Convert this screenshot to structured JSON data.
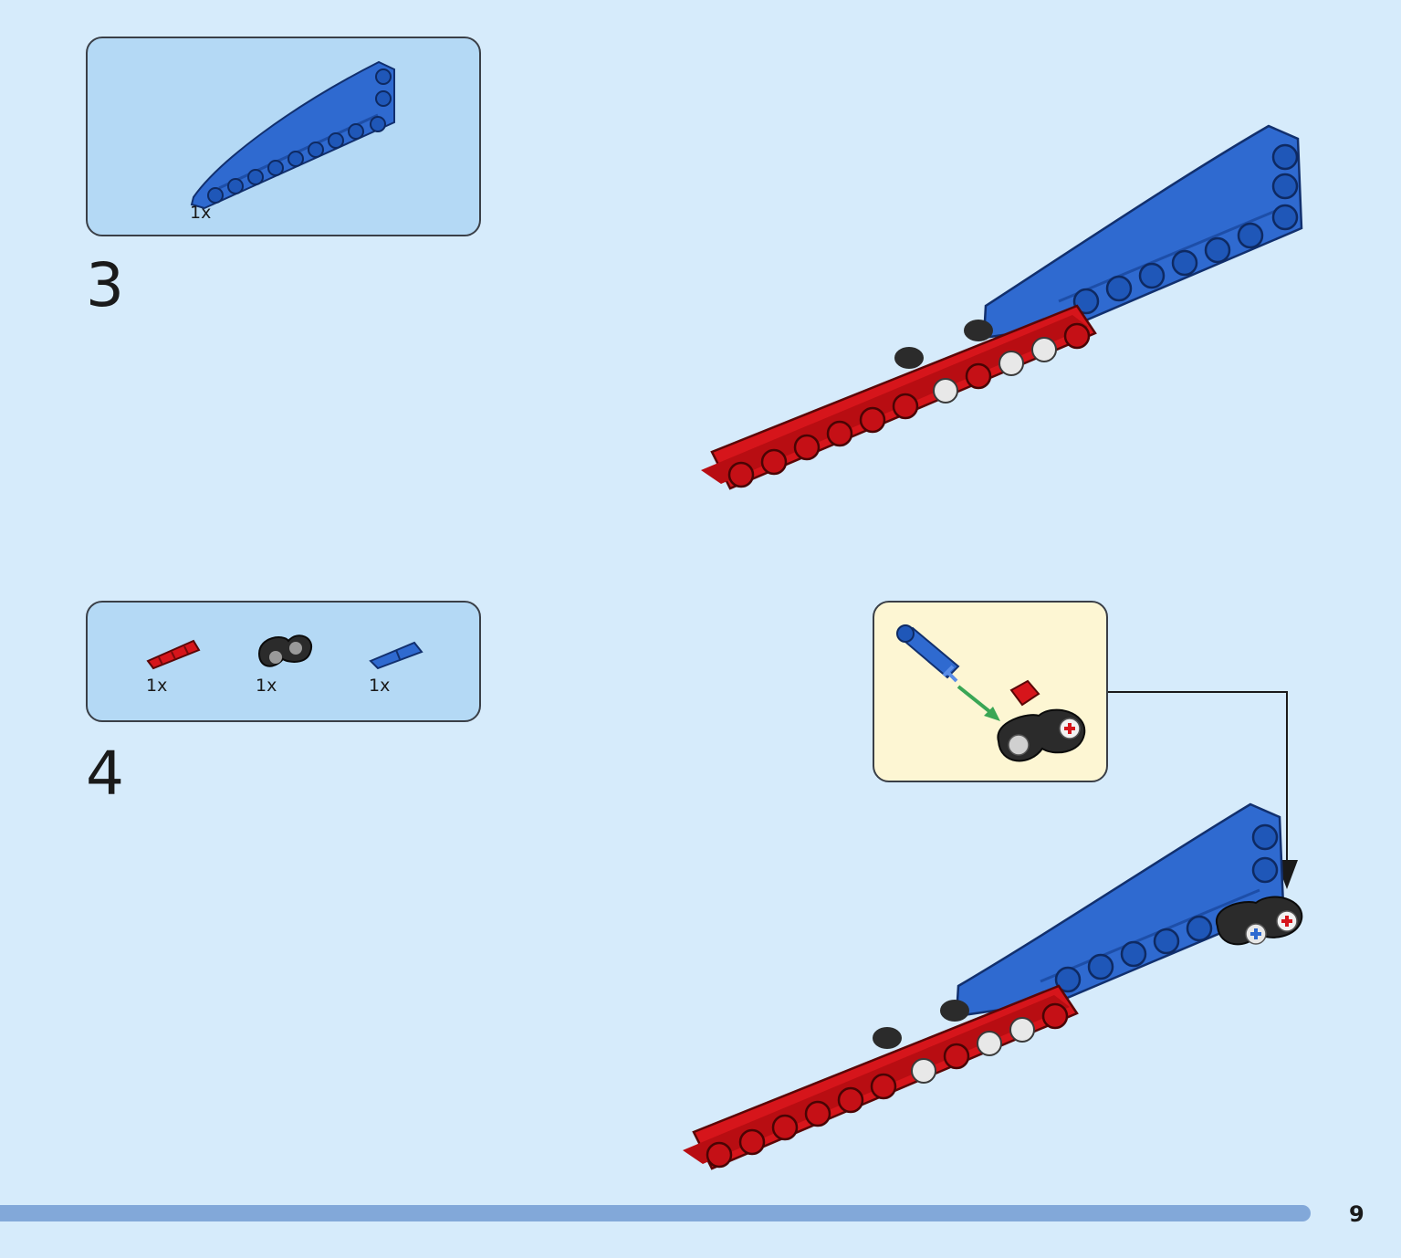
{
  "step3": {
    "number": "3",
    "parts": [
      {
        "qty": "1x",
        "part": "blue-angled-beam",
        "color": "#2f6ad0"
      }
    ]
  },
  "step4": {
    "number": "4",
    "parts": [
      {
        "qty": "1x",
        "part": "red-axle",
        "color": "#d6151b"
      },
      {
        "qty": "1x",
        "part": "black-connector",
        "color": "#2b2b2b"
      },
      {
        "qty": "1x",
        "part": "blue-axle-pin",
        "color": "#2f6ad0"
      }
    ]
  },
  "footer": {
    "page_number": "9"
  },
  "colors": {
    "background": "#d6ebfb",
    "parts_box": "#b4d9f5",
    "callout": "#fdf6d3",
    "beam_red": "#d6151b",
    "beam_blue": "#2f6ad0",
    "connector_black": "#2b2b2b",
    "arrow_green": "#3aa655",
    "footer_bar": "#82a8d9"
  }
}
